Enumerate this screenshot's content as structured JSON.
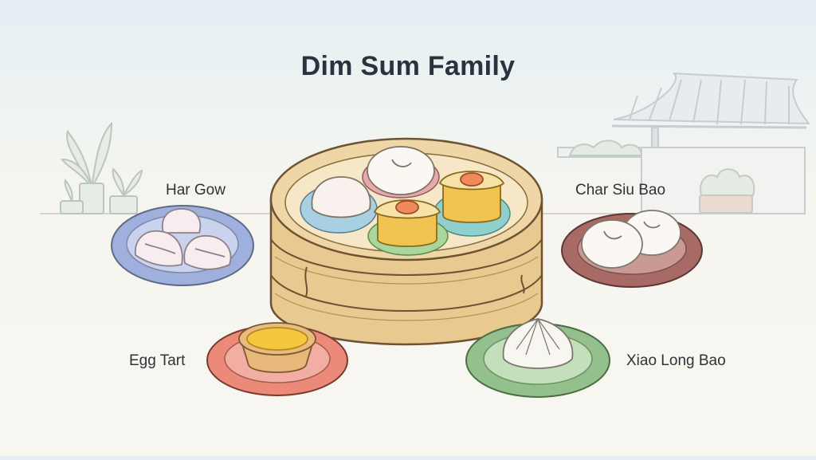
{
  "title": "Dim Sum Family",
  "items": {
    "har_gow": "Har Gow",
    "char_siu_bao": "Char Siu Bao",
    "egg_tart": "Egg Tart",
    "xiao_long_bao": "Xiao Long Bao"
  },
  "colors": {
    "har_gow_plate": "#9fb0dc",
    "char_siu_plate": "#a86a64",
    "egg_tart_plate": "#ec8a7a",
    "xlb_plate": "#93c08c",
    "steamer": "#e8c98f",
    "title_text": "#2a3340"
  }
}
